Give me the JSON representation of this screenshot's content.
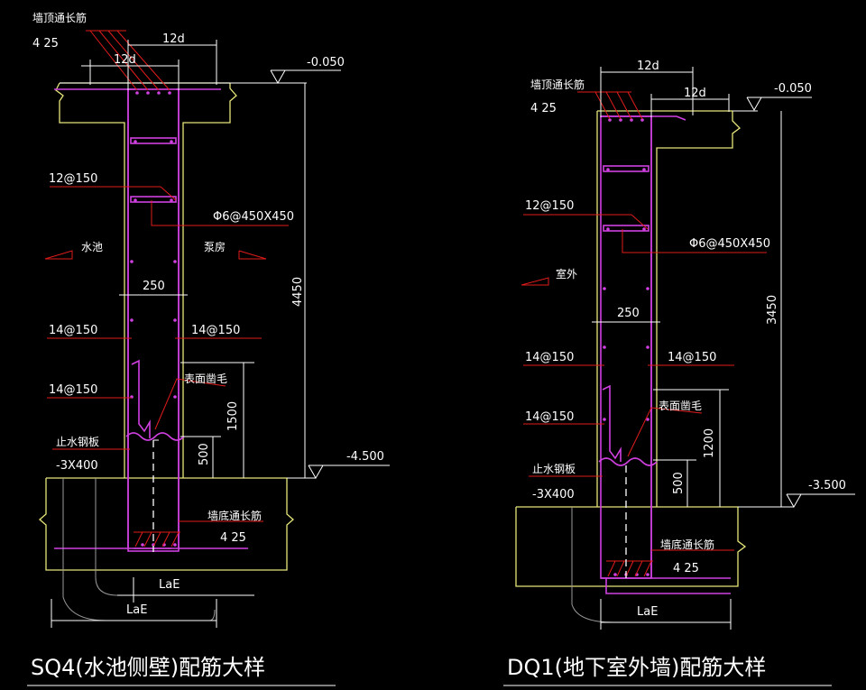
{
  "left": {
    "title": "SQ4(水池侧壁)配筋大样",
    "top_rebar_label": "墙顶通长筋",
    "top_rebar_count": "4 25",
    "dim_12d_upper": "12d",
    "dim_12d_lower": "12d",
    "top_level": "-0.050",
    "bottom_level": "-4.500",
    "height_dim": "4450",
    "rebar_12_150": "12@150",
    "tie": "Φ6@450X450",
    "side_left": "水池",
    "side_right": "泵房",
    "thickness": "250",
    "rebar_14_150_left": "14@150",
    "rebar_14_150_right": "14@150",
    "rebar_14_150_left2": "14@150",
    "rough_surface": "表面凿毛",
    "waterstop": "止水钢板",
    "waterstop_size": "-3X400",
    "dim_1500": "1500",
    "dim_500": "500",
    "bottom_rebar_label": "墙底通长筋",
    "bottom_rebar_count": "4 25",
    "lae_inner": "LaE",
    "lae_outer": "LaE"
  },
  "right": {
    "title": "DQ1(地下室外墙)配筋大样",
    "top_rebar_label": "墙顶通长筋",
    "top_rebar_count": "4 25",
    "dim_12d_upper": "12d",
    "dim_12d_lower": "12d",
    "top_level": "-0.050",
    "bottom_level": "-3.500",
    "height_dim": "3450",
    "rebar_12_150": "12@150",
    "tie": "Φ6@450X450",
    "side_left": "室外",
    "thickness": "250",
    "rebar_14_150_left": "14@150",
    "rebar_14_150_right": "14@150",
    "rebar_14_150_left2": "14@150",
    "rough_surface": "表面凿毛",
    "waterstop": "止水钢板",
    "waterstop_size": "-3X400",
    "dim_1200": "1200",
    "dim_500": "500",
    "bottom_rebar_label": "墙底通长筋",
    "bottom_rebar_count": "4 25",
    "lae": "LaE"
  },
  "colors": {
    "background": "#000000",
    "concrete": "#e6e67a",
    "rebar": "#d040e0",
    "leader": "#e01c1c",
    "dimension": "#ffffff"
  }
}
